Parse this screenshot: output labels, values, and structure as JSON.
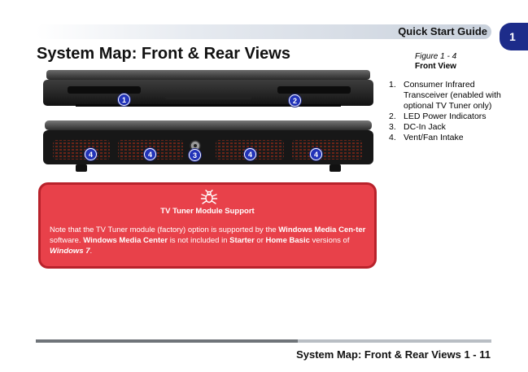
{
  "header": {
    "title": "Quick Start Guide",
    "chapter": "1"
  },
  "page_title": "System Map: Front & Rear Views",
  "figure": {
    "number": "Figure 1 - 4",
    "name": "Front View"
  },
  "legend": [
    {
      "num": "1.",
      "label": "Consumer Infrared Transceiver (enabled with optional TV Tuner only)"
    },
    {
      "num": "2.",
      "label": "LED Power Indicators"
    },
    {
      "num": "3.",
      "label": "DC-In Jack"
    },
    {
      "num": "4.",
      "label": "Vent/Fan Intake"
    }
  ],
  "callouts": {
    "front": [
      "1",
      "2"
    ],
    "rear": [
      "4",
      "4",
      "3",
      "4",
      "4"
    ]
  },
  "note": {
    "icon": "bug-icon",
    "title": "TV Tuner Module Support",
    "segments": [
      {
        "t": "Note that the TV Tuner module (factory) option is supported by the ",
        "s": "n"
      },
      {
        "t": "Windows Media Cen-ter",
        "s": "b"
      },
      {
        "t": " software. ",
        "s": "n"
      },
      {
        "t": "Windows Media Center",
        "s": "b"
      },
      {
        "t": " is not included in ",
        "s": "n"
      },
      {
        "t": "Starter",
        "s": "b"
      },
      {
        "t": " or ",
        "s": "n"
      },
      {
        "t": "Home Basic",
        "s": "b"
      },
      {
        "t": " versions of ",
        "s": "n"
      },
      {
        "t": "Windows 7",
        "s": "i"
      },
      {
        "t": ".",
        "s": "n"
      }
    ]
  },
  "footer": {
    "text": "System Map: Front & Rear Views 1 - 11"
  },
  "colors": {
    "chapter_tab": "#1d2c8a",
    "note_bg": "#e8414a",
    "note_border": "#b8222b",
    "callout": "#2233b8"
  }
}
